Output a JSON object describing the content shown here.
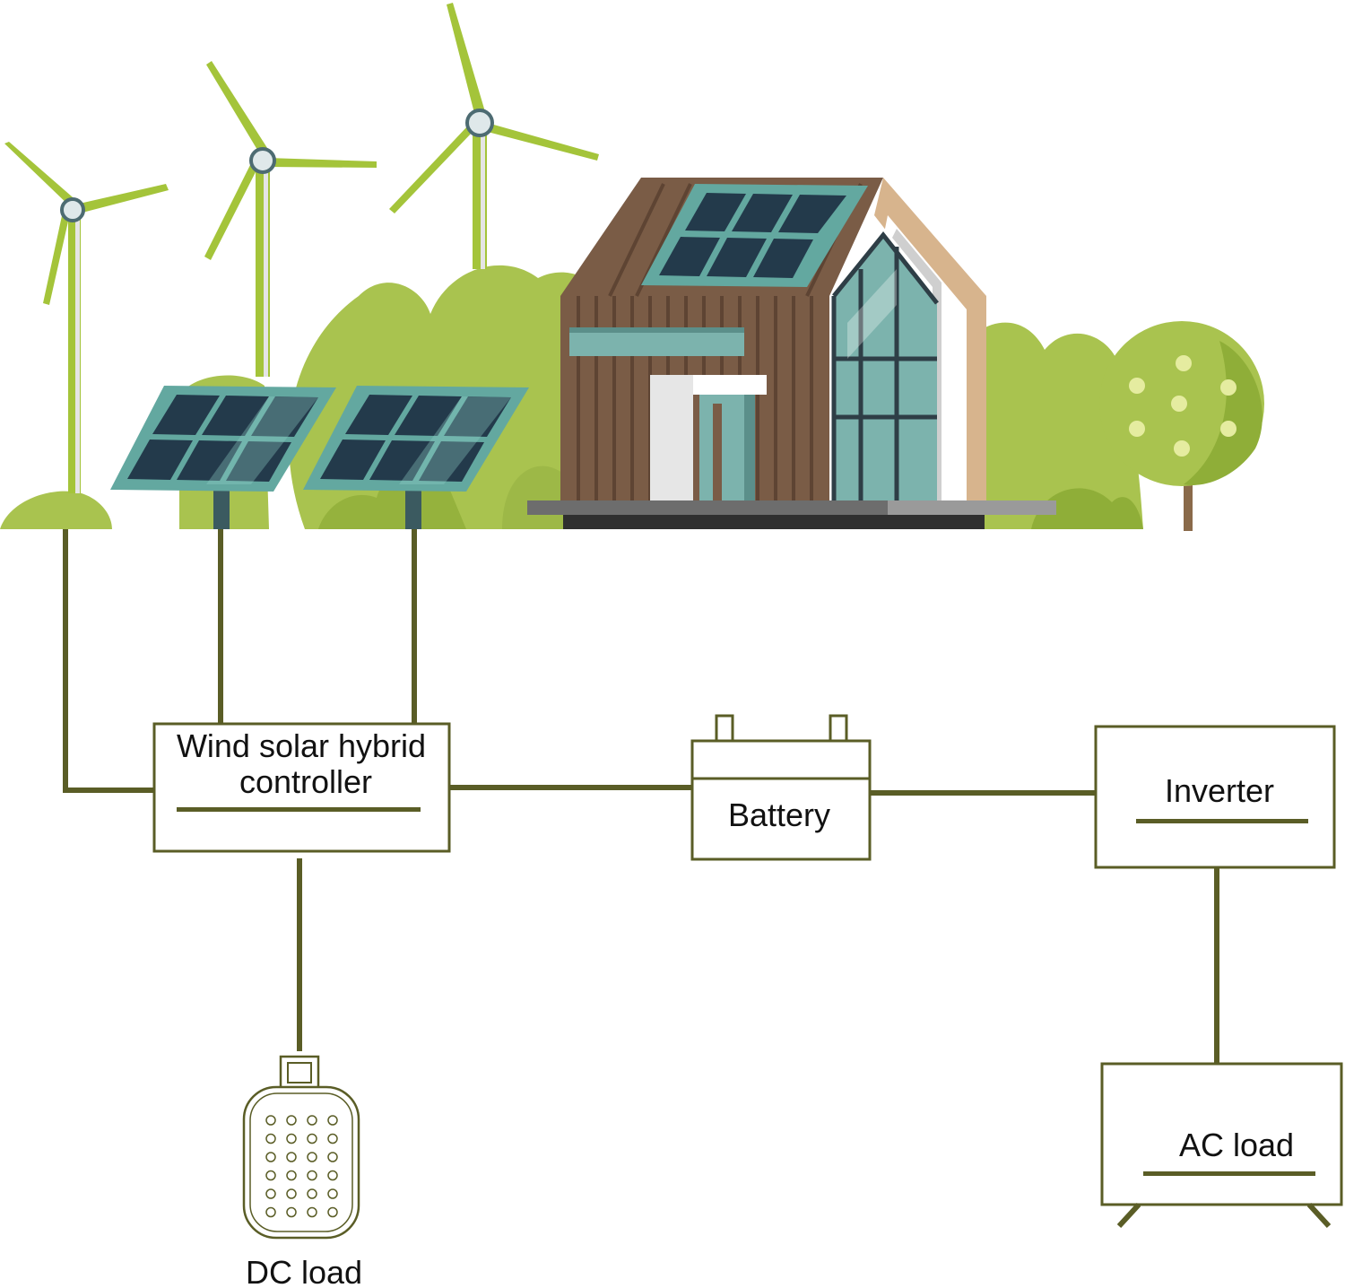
{
  "labels": {
    "controller": [
      "Wind solar hybrid",
      "controller"
    ],
    "battery": "Battery",
    "inverter": "Inverter",
    "ac_load": "AC load",
    "dc_load": "DC load"
  },
  "colors": {
    "wire": "#5a5d26",
    "box_stroke": "#5a5d26",
    "leaf_green": "#a9c34f",
    "turbine_green": "#a4c43a",
    "panel_frame": "#63a8a0",
    "panel_cell": "#233a4b",
    "wood": "#7a5c46",
    "wood_dark": "#5e4433",
    "roof_side": "#d7b48d",
    "glass": "#7cb3ad",
    "ground": "#6d6d6d"
  },
  "icons": [
    "wind-turbine-icon",
    "solar-panel-icon",
    "house-icon",
    "tree-icon",
    "battery-icon",
    "tv-icon",
    "dc-appliance-icon"
  ]
}
